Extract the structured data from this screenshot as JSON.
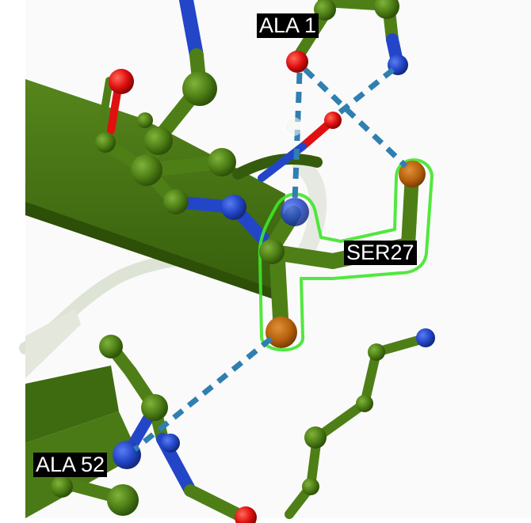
{
  "labels": {
    "ala1": "ALA 1",
    "ser27": "SER27",
    "ala52": "ALA 52"
  },
  "colors": {
    "background": "#fbfafa",
    "carbon": "#4e7f16",
    "carbon_dark": "#3b6410",
    "nitrogen": "#2346c8",
    "oxygen": "#e01010",
    "highlight": "#3ee62a",
    "selected_atom": "#b8620c",
    "hbond": "#2f7fb0",
    "label_bg": "#000000",
    "label_text": "#ffffff"
  }
}
